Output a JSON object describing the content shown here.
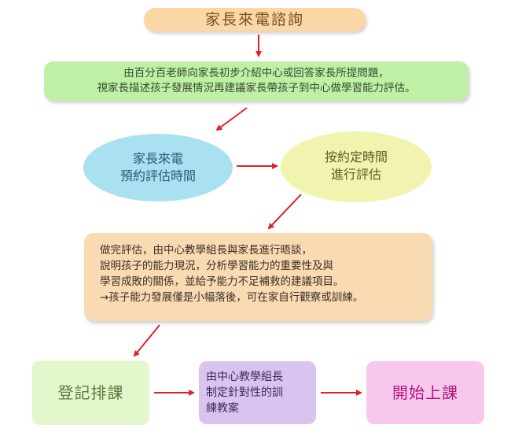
{
  "nodes": {
    "start": {
      "label": "家長來電諮詢"
    },
    "step1": {
      "lines": [
        "由百分百老師向家長初步介紹中心或回答家長所提問題，",
        "視家長描述孩子發展情況再建議家長帶孩子到中心做學習能力評估。"
      ]
    },
    "call": {
      "lines": [
        "家長來電",
        "預約評估時間"
      ]
    },
    "assess": {
      "lines": [
        "按約定時間",
        "進行評估"
      ]
    },
    "report": {
      "lines": [
        "做完評估，由中心教學組長與家長進行晤談，",
        "說明孩子的能力現況，分析學習能力的重要性及與",
        "學習成敗的關係，並給予能力不足補救的建議項目。",
        "→孩子能力發展僅是小幅落後，可在家自行觀察或訓練。"
      ]
    },
    "register": {
      "label": "登記排課"
    },
    "plan": {
      "lines": [
        "由中心教學組長",
        "制定針對性的訓",
        "練教案"
      ]
    },
    "begin": {
      "label": "開始上課"
    }
  },
  "colors": {
    "arrow": "#e0202a",
    "start_bg": "#fbd7a6",
    "step1_bg": "#bff0a6",
    "call_bg": "#a9e1f1",
    "assess_bg": "#f1f4ae",
    "report_bg": "#f9dbb3",
    "register_bg": "#e2f8cc",
    "plan_bg": "#d9c3f1",
    "begin_bg": "#f8c8ec"
  }
}
